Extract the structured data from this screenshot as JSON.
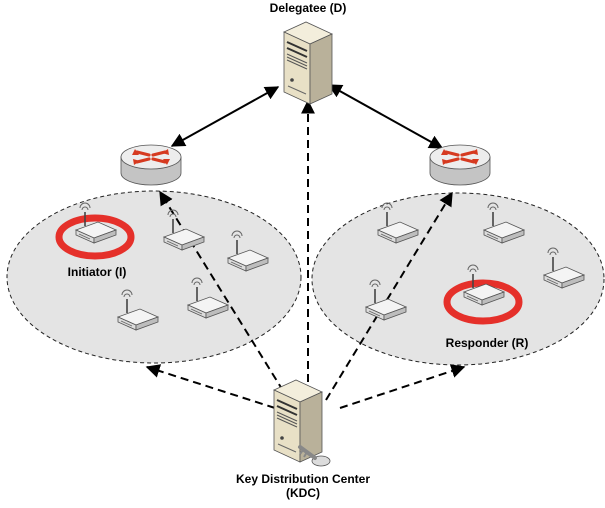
{
  "nodes": {
    "delegatee": {
      "label": "Delegatee (D)"
    },
    "initiator": {
      "label": "Initiator (I)"
    },
    "responder": {
      "label": "Responder (R)"
    },
    "kdc": {
      "label_line1": "Key Distribution Center",
      "label_line2": "(KDC)"
    }
  },
  "icons": {
    "server": "server-icon",
    "router": "router-icon",
    "access_point": "wireless-access-point-icon",
    "key": "key-icon"
  },
  "colors": {
    "cluster_fill": "#e4e4e4",
    "highlight_ring": "#e5302a",
    "router_arrow": "#d63a20",
    "server_body": "#ece5cf",
    "line": "#000000"
  }
}
